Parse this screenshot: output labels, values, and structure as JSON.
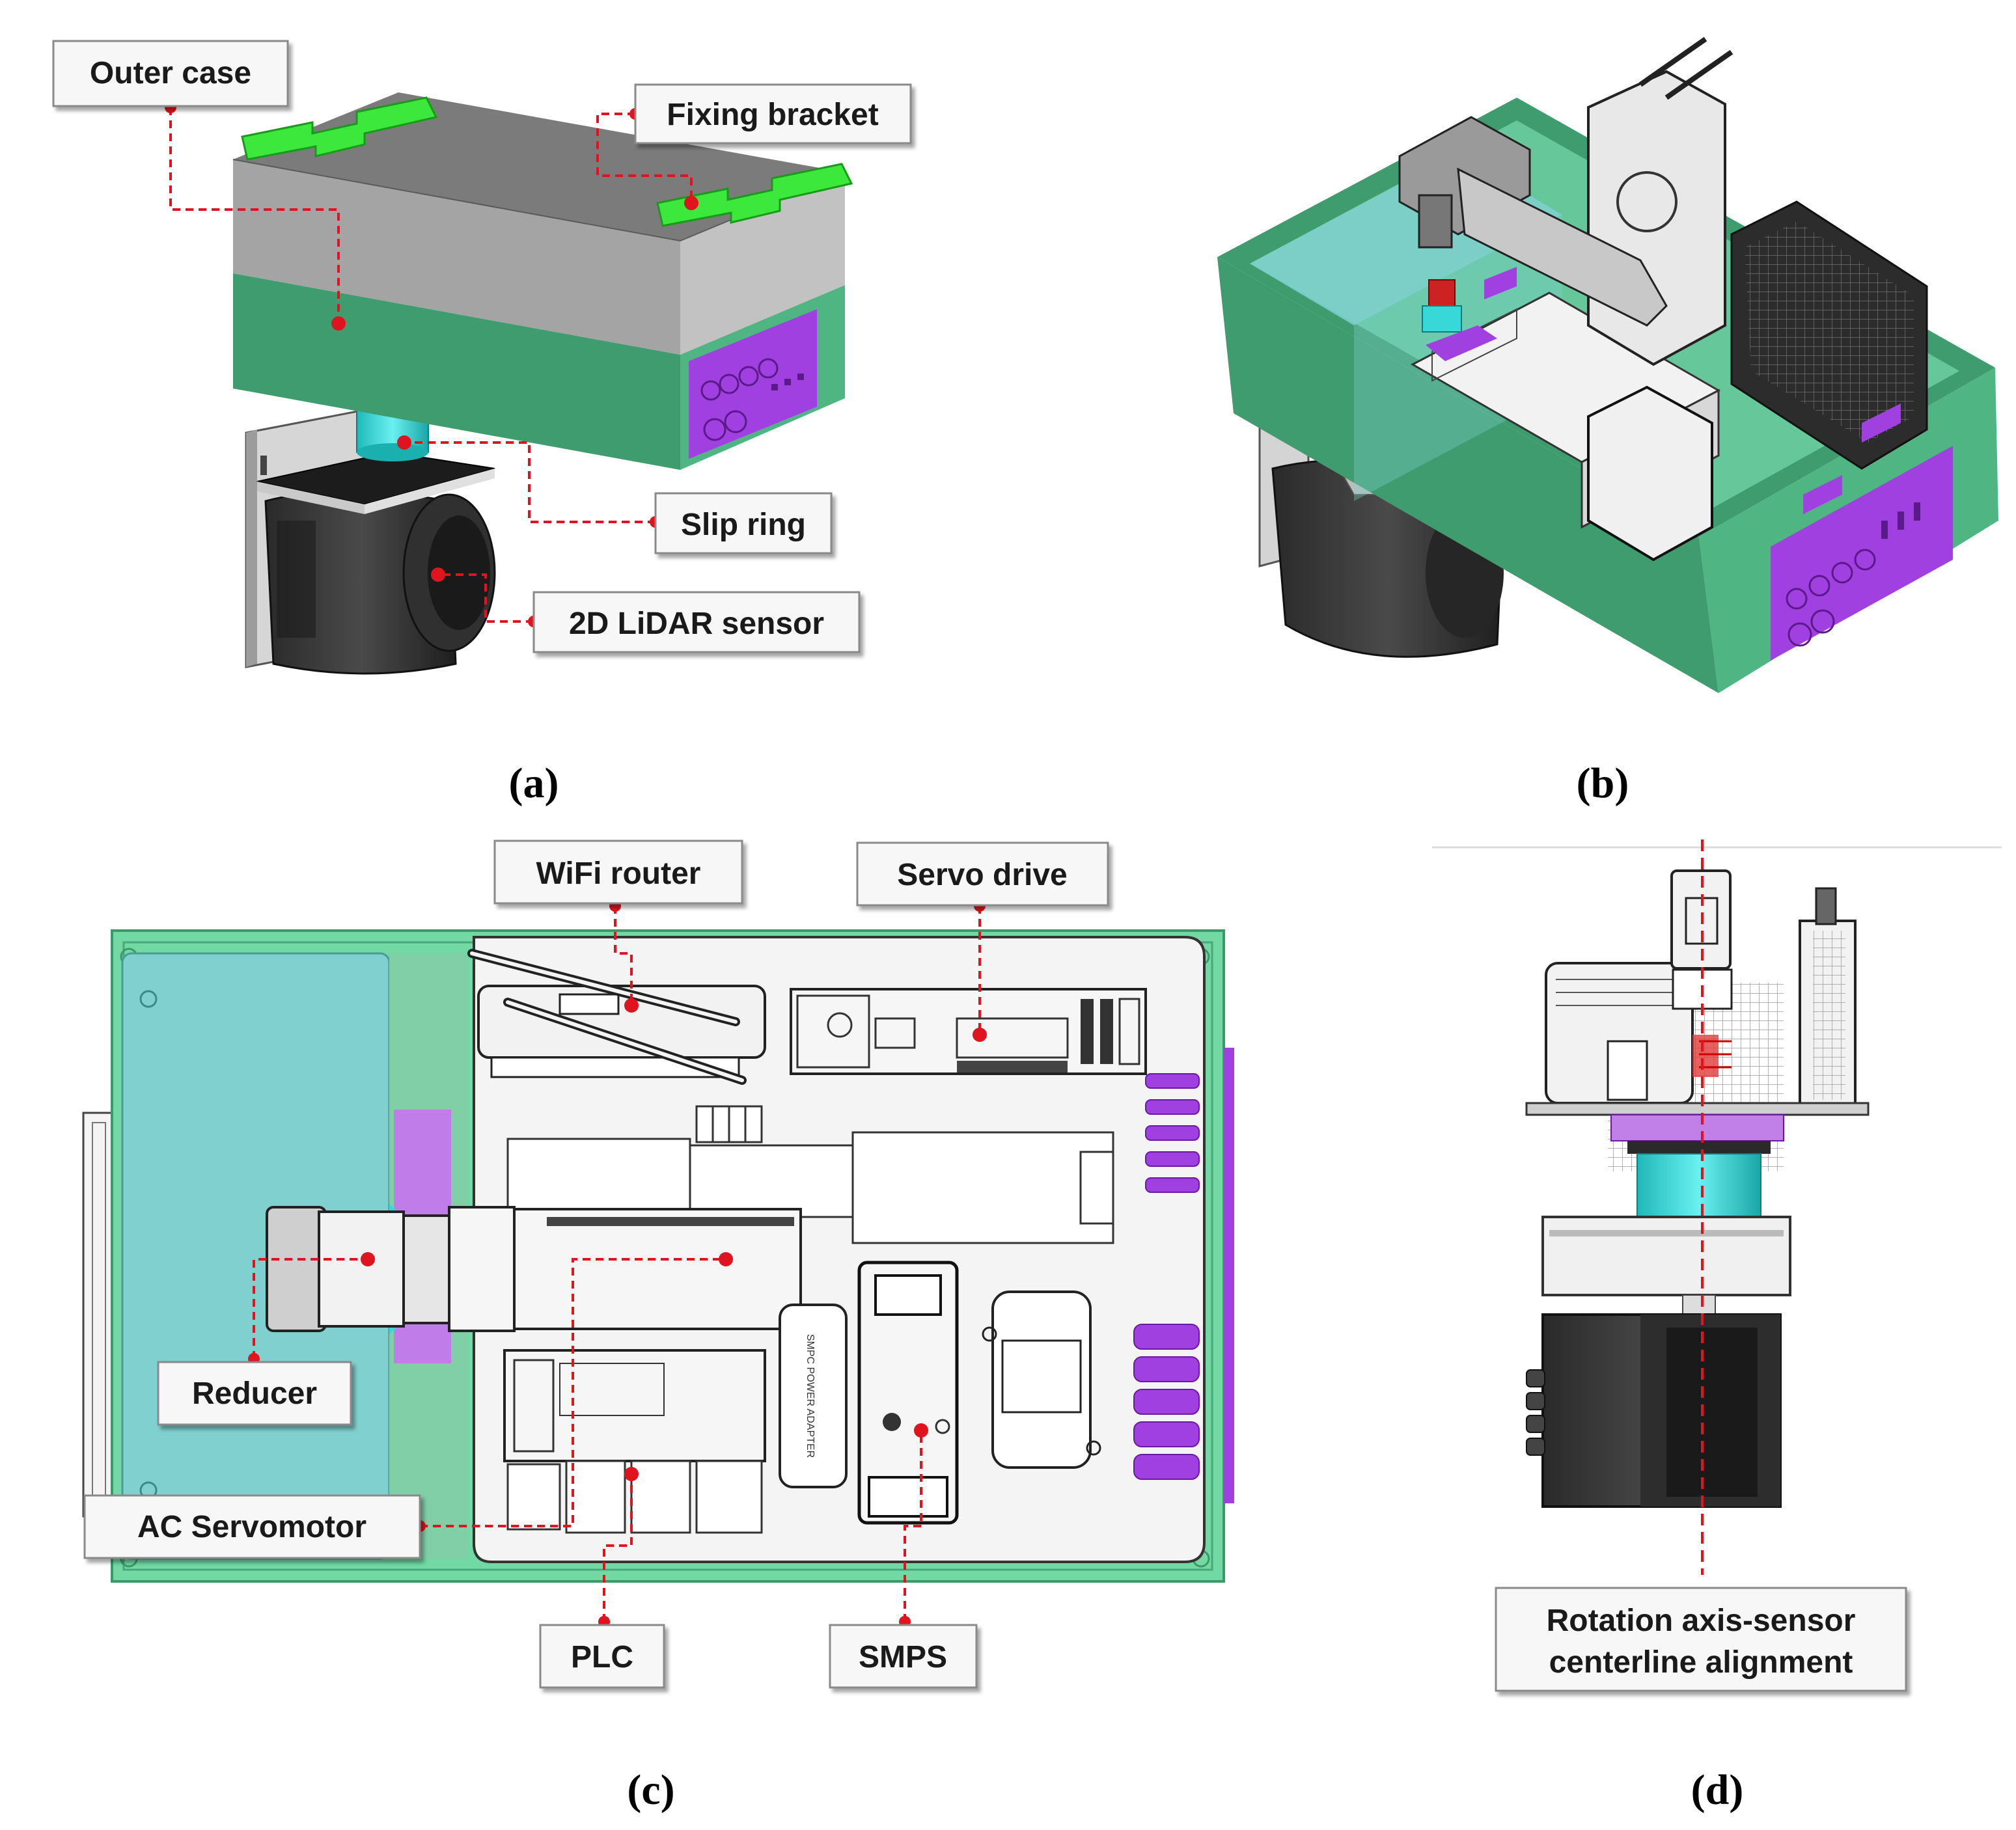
{
  "panels": {
    "a": {
      "caption": "(a)",
      "labels": {
        "outer_case": "Outer case",
        "fixing_bracket": "Fixing bracket",
        "slip_ring": "Slip ring",
        "lidar": "2D LiDAR sensor"
      }
    },
    "b": {
      "caption": "(b)"
    },
    "c": {
      "caption": "(c)",
      "labels": {
        "wifi_router": "WiFi router",
        "servo_drive": "Servo drive",
        "reducer": "Reducer",
        "ac_servomotor": "AC Servomotor",
        "plc": "PLC",
        "smps": "SMPS",
        "smps_adapter_text": "SMPC POWER ADAPTER"
      }
    },
    "d": {
      "caption": "(d)",
      "labels": {
        "alignment_line1": "Rotation axis-sensor",
        "alignment_line2": "centerline alignment"
      }
    }
  },
  "colors": {
    "case_green": "#3fa373",
    "case_light_green": "#5ed39a",
    "lid_grey": "#a3a3a3",
    "bracket_green": "#39e639",
    "port_purple": "#a040e0",
    "slip_ring_cyan": "#38d8d8",
    "leader_red": "#e0141e",
    "plate_green": "#72d8a4",
    "teal_panel": "#7fd0cf"
  }
}
